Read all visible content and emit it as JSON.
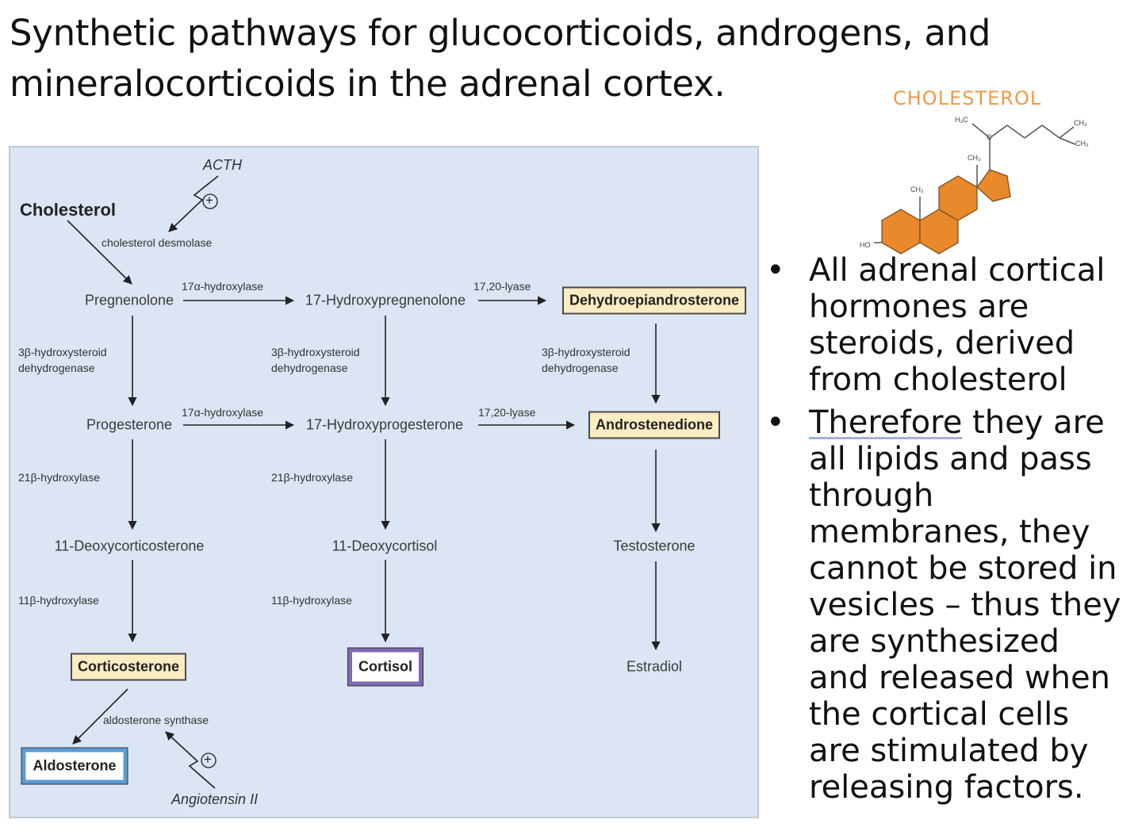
{
  "slide": {
    "title_line1": "Synthetic pathways for glucocorticoids, androgens, and",
    "title_line2": "mineralocorticoids in the adrenal cortex."
  },
  "diagram": {
    "acth": "ACTH",
    "cholesterol": "Cholesterol",
    "cholesterol_desmolase": "cholesterol desmolase",
    "nodes": {
      "pregnenolone": "Pregnenolone",
      "hydroxypregnenolone": "17-Hydroxypregnenolone",
      "dhea": "Dehydroepiandrosterone",
      "progesterone": "Progesterone",
      "hydroxyprogesterone": "17-Hydroxyprogesterone",
      "androstenedione": "Androstenedione",
      "deoxycorticosterone": "11-Deoxycorticosterone",
      "deoxycortisol": "11-Deoxycortisol",
      "testosterone": "Testosterone",
      "corticosterone": "Corticosterone",
      "cortisol": "Cortisol",
      "estradiol": "Estradiol",
      "aldosterone": "Aldosterone"
    },
    "enzymes": {
      "hydroxylase_17a_1": "17α-hydroxylase",
      "lyase_1": "17,20-lyase",
      "hsd_1_line1": "3β-hydroxysteroid",
      "hsd_1_line2": "dehydrogenase",
      "hsd_2_line1": "3β-hydroxysteroid",
      "hsd_2_line2": "dehydrogenase",
      "hsd_3_line1": "3β-hydroxysteroid",
      "hsd_3_line2": "dehydrogenase",
      "hydroxylase_17a_2": "17α-hydroxylase",
      "lyase_2": "17,20-lyase",
      "hydroxylase_21_1": "21β-hydroxylase",
      "hydroxylase_21_2": "21β-hydroxylase",
      "hydroxylase_11_1": "11β-hydroxylase",
      "hydroxylase_11_2": "11β-hydroxylase",
      "aldosterone_synthase": "aldosterone synthase"
    },
    "angiotensin": "Angiotensin II",
    "plus_sign": "+"
  },
  "cholesterol_structure": {
    "label": "CHOLESTEROL",
    "atoms": {
      "h3c": "H₃C",
      "ch3_top1": "CH₃",
      "ch3_top2": "CH₃",
      "c": "C",
      "ch3_mid": "CH₃",
      "ch3_left": "CH₃",
      "ho": "HO"
    },
    "ring_color": "#e8892b"
  },
  "bullets": [
    {
      "lines": [
        "All adrenal cortical",
        "hormones are",
        "steroids, derived",
        "from cholesterol"
      ]
    },
    {
      "first_word": "Therefore",
      "first_rest": " they are",
      "lines": [
        "all lipids and pass",
        "through",
        "membranes, they",
        "cannot be stored in",
        "vesicles – thus they",
        "are synthesized",
        "and released when",
        "the cortical cells",
        "are stimulated by",
        "releasing factors."
      ]
    }
  ],
  "bullet_symbol": "•"
}
